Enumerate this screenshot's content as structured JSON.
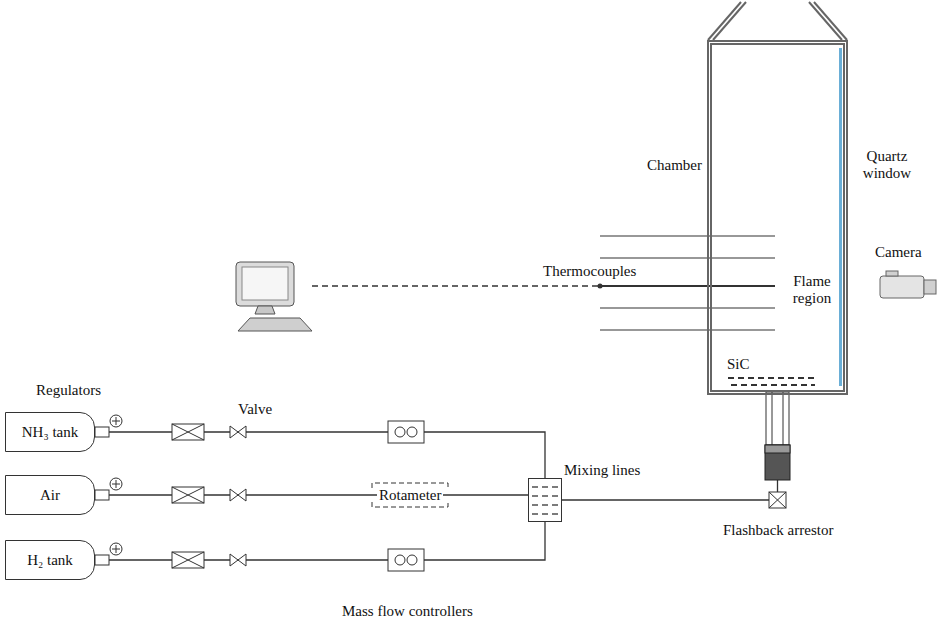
{
  "diagram": {
    "nodes": [
      {
        "text": [
          "NH₃ tank"
        ]
      },
      {
        "text": [
          "Air"
        ]
      },
      {
        "text": [
          "H₂ tank"
        ]
      },
      {
        "text": [
          "Mixing lines"
        ]
      },
      {
        "text": [
          "Chamber"
        ]
      }
    ],
    "edges": [
      {
        "from": 0,
        "to": 3,
        "arrow": "none"
      },
      {
        "from": 1,
        "to": 3,
        "arrow": "none"
      },
      {
        "from": 2,
        "to": 3,
        "arrow": "none"
      },
      {
        "from": 3,
        "to": 4,
        "arrow": "none"
      }
    ],
    "labels": [
      "Regulators",
      "Valve",
      "Rotameter",
      "Mass flow controllers",
      "Flashback arrestor",
      "Thermocouples",
      "Flame region",
      "SiC",
      "Quartz window",
      "Camera"
    ]
  }
}
